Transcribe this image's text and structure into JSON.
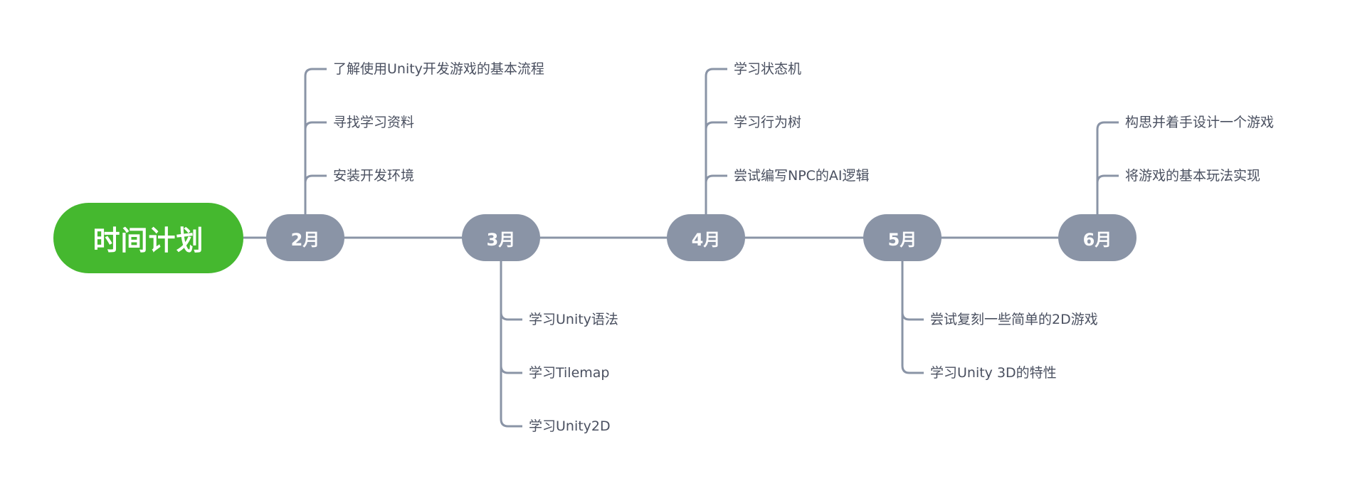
{
  "root": {
    "label": "时间计划"
  },
  "months": [
    {
      "label": "2月",
      "position": "top",
      "items": [
        "了解使用Unity开发游戏的基本流程",
        "寻找学习资料",
        "安装开发环境"
      ]
    },
    {
      "label": "3月",
      "position": "bottom",
      "items": [
        "学习Unity语法",
        "学习Tilemap",
        "学习Unity2D"
      ]
    },
    {
      "label": "4月",
      "position": "top",
      "items": [
        "学习状态机",
        "学习行为树",
        "尝试编写NPC的AI逻辑"
      ]
    },
    {
      "label": "5月",
      "position": "bottom",
      "items": [
        "尝试复刻一些简单的2D游戏",
        "学习Unity 3D的特性"
      ]
    },
    {
      "label": "6月",
      "position": "top",
      "items": [
        "构思并着手设计一个游戏",
        "将游戏的基本玩法实现"
      ]
    }
  ],
  "colors": {
    "root": "#45b82f",
    "month": "#8a94a6",
    "line": "#8a94a6",
    "text": "#4a5060"
  }
}
